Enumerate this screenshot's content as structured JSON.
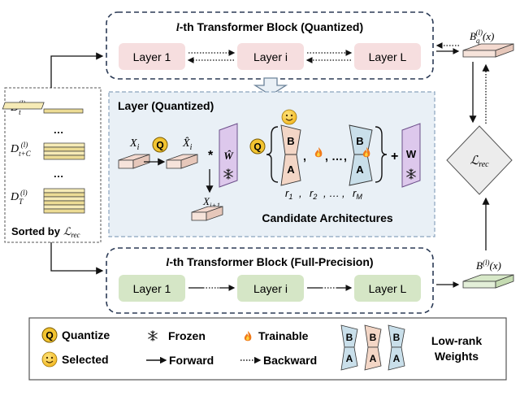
{
  "top_block": {
    "title_l": "l",
    "title_rest": "-th Transformer Block (Quantized)",
    "layers": [
      "Layer 1",
      "Layer i",
      "Layer L"
    ],
    "output_main": "B",
    "output_sub": "q",
    "output_sup": "(l)",
    "output_arg": "(x)"
  },
  "layer_panel": {
    "title": "Layer (Quantized)",
    "x_in": "X",
    "x_in_sub": "i",
    "x_hat": "X̂",
    "x_hat_sub": "i",
    "x_next": "X",
    "x_next_sub": "i+1",
    "q_letter": "Q",
    "w_hat": "Ŵ",
    "w": "W",
    "mult": "*",
    "plus": "+",
    "adapter_b": "B",
    "adapter_a": "A",
    "ranks": [
      "r",
      "r",
      "r"
    ],
    "rank_subs": [
      "1",
      "2",
      "M"
    ],
    "comma": ",",
    "dots": "…",
    "candidates_label": "Candidate Architectures"
  },
  "data_stack": {
    "items": [
      {
        "base": "D",
        "sub": "t",
        "sup": "(l)"
      },
      {
        "base": "D",
        "sub": "t+C",
        "sup": "(l)"
      },
      {
        "base": "D",
        "sub": "T",
        "sup": "(l)"
      }
    ],
    "ellipsis": "…",
    "sorted_label": "Sorted by",
    "sorted_math": "ℒ",
    "sorted_sub": "rec"
  },
  "bottom_block": {
    "title_l": "l",
    "title_rest": "-th Transformer Block (Full-Precision)",
    "layers": [
      "Layer 1",
      "Layer i",
      "Layer L"
    ],
    "output_main": "B",
    "output_sup": "(l)",
    "output_arg": "(x)"
  },
  "loss": {
    "main": "ℒ",
    "sub": "rec"
  },
  "legend": {
    "q_letter": "Q",
    "quantize": "Quantize",
    "selected": "Selected",
    "frozen": "Frozen",
    "forward": "Forward",
    "trainable": "Trainable",
    "backward": "Backward",
    "low_rank": "Low-rank",
    "weights": "Weights",
    "b": "B",
    "a": "A"
  },
  "icons": {
    "frozen": "snowflake-icon",
    "trainable": "flame-icon",
    "selected": "smiley-icon",
    "quantize": "q-circle-icon"
  },
  "colors": {
    "quantized_layer": "#f6dedf",
    "full_precision_layer": "#d5e6c6",
    "panel_bg": "#e9f0f6",
    "w_hat_fill": "#ddc8ec",
    "quantize_circle": "#f2c431",
    "adapter_pink": "#f3d6c6",
    "adapter_blue": "#c9dfea",
    "adapter_tan": "#ead7c4"
  }
}
